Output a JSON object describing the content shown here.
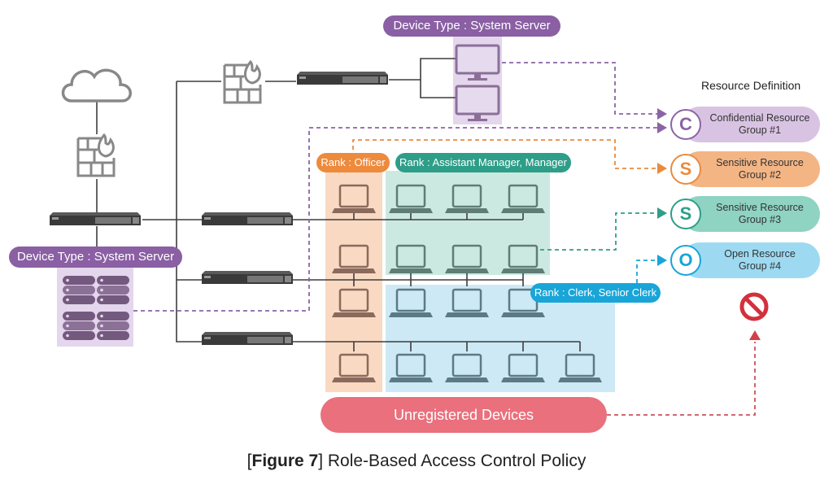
{
  "figure": {
    "caption_label": "Figure 7",
    "caption_text": "Role-Based Access Control Policy"
  },
  "network": {
    "internet": "cloud-icon",
    "firewalls": [
      "firewall-icon",
      "firewall-icon"
    ],
    "switch_count": 5
  },
  "device_groups": {
    "top_server": {
      "label": "Device Type : System Server",
      "device_count": 2
    },
    "left_server": {
      "label": "Device Type : System Server",
      "device_count": 4
    }
  },
  "rank_groups": {
    "officer": {
      "label": "Rank : Officer",
      "laptops": 4,
      "color": "#ee8a3c"
    },
    "managers": {
      "label": "Rank : Assistant Manager, Manager",
      "laptops": 6,
      "color": "#2e9e88"
    },
    "clerks": {
      "label": "Rank : Clerk, Senior Clerk",
      "laptops": 7,
      "color": "#19a5d8"
    }
  },
  "resource_definition": {
    "title": "Resource Definition",
    "groups": [
      {
        "letter": "C",
        "line1": "Confidential Resource",
        "line2": "Group #1",
        "color": "#8b64a6",
        "fill": "#d9c3e3"
      },
      {
        "letter": "S",
        "line1": "Sensitive Resource",
        "line2": "Group #2",
        "color": "#e98b3f",
        "fill": "#f4b585"
      },
      {
        "letter": "S",
        "line1": "Sensitive Resource",
        "line2": "Group #3",
        "color": "#2e9e88",
        "fill": "#8fd3c2"
      },
      {
        "letter": "O",
        "line1": "Open Resource",
        "line2": "Group #4",
        "color": "#19a5d8",
        "fill": "#9ddaf2"
      }
    ],
    "blocked_icon": "no-entry-icon"
  },
  "unregistered": {
    "label": "Unregistered Devices",
    "color": "#e9707c"
  }
}
